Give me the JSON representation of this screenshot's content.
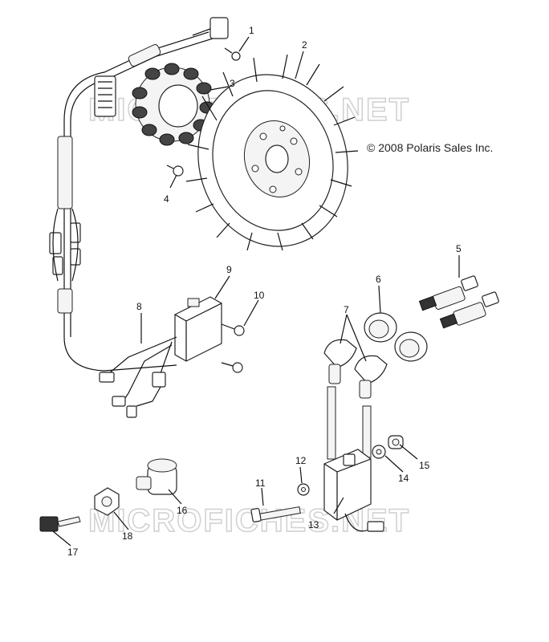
{
  "copyright": "© 2008 Polaris Sales Inc.",
  "watermark": "MICROFICHES.NET",
  "callouts": [
    {
      "num": "1",
      "part": "screw"
    },
    {
      "num": "2",
      "part": "flywheel"
    },
    {
      "num": "3",
      "part": "stator"
    },
    {
      "num": "4",
      "part": "screw"
    },
    {
      "num": "5",
      "part": "spark-plug"
    },
    {
      "num": "6",
      "part": "boot-seal"
    },
    {
      "num": "7",
      "part": "spark-plug-cap"
    },
    {
      "num": "8",
      "part": "wire-harness"
    },
    {
      "num": "9",
      "part": "cdi-module"
    },
    {
      "num": "10",
      "part": "screw"
    },
    {
      "num": "11",
      "part": "bolt"
    },
    {
      "num": "12",
      "part": "lock-washer"
    },
    {
      "num": "13",
      "part": "ignition-coil"
    },
    {
      "num": "14",
      "part": "washer"
    },
    {
      "num": "15",
      "part": "spacer"
    },
    {
      "num": "16",
      "part": "ignition-switch"
    },
    {
      "num": "17",
      "part": "key"
    },
    {
      "num": "18",
      "part": "nut"
    }
  ]
}
